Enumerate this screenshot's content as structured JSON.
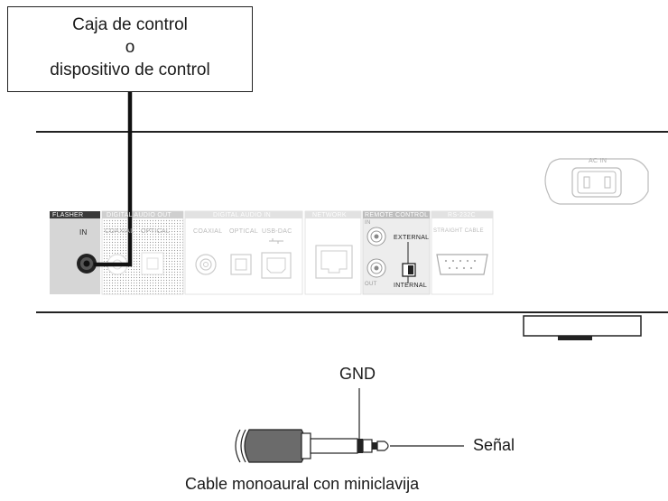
{
  "control_box": {
    "line1": "Caja de control",
    "line2": "o",
    "line3": "dispositivo de control"
  },
  "panel": {
    "flasher": {
      "title": "FLASHER",
      "port": "IN"
    },
    "digital_audio_out": {
      "title": "DIGITAL AUDIO OUT",
      "coaxial": "COAXIAL",
      "optical": "OPTICAL"
    },
    "digital_audio_in": {
      "title": "DIGITAL AUDIO IN",
      "coaxial": "COAXIAL",
      "optical": "OPTICAL",
      "usb": "USB-DAC"
    },
    "network": {
      "title": "NETWORK"
    },
    "remote_control": {
      "title": "REMOTE CONTROL",
      "in": "IN",
      "out": "OUT",
      "external": "EXTERNAL",
      "internal": "INTERNAL"
    },
    "rs232c": {
      "title": "RS-232C",
      "sub": "STRAIGHT CABLE"
    },
    "ac_in": "AC IN"
  },
  "plug": {
    "gnd": "GND",
    "signal": "Señal",
    "caption": "Cable monoaural con miniclavija"
  }
}
